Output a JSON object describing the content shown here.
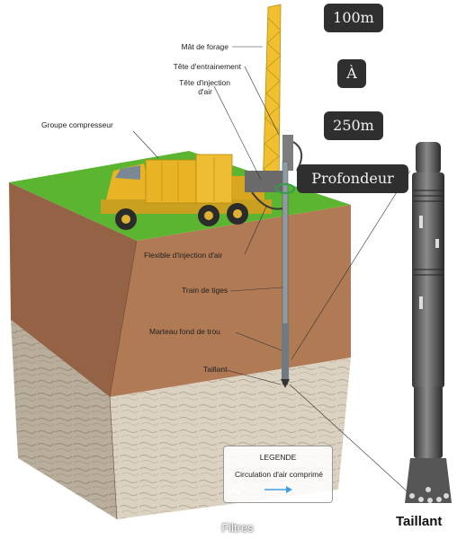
{
  "labels": {
    "mast": "Mât de forage",
    "drive_head": "Tête d'entrainement",
    "air_injection_head_1": "Tête d'injection",
    "air_injection_head_2": "d'air",
    "compressor": "Groupe compresseur",
    "air_hose": "Flexible d'injection d'air",
    "drill_string": "Train de tiges",
    "dth_hammer": "Marteau fond de trou",
    "bit": "Taillant"
  },
  "badges": {
    "depth_min": "100m",
    "to": "À",
    "depth_max": "250m",
    "depth": "Profondeur"
  },
  "legend": {
    "title": "LEGENDE",
    "item": "Circulation d'air comprimé"
  },
  "tool_title": "Taillant",
  "filters_label": "Filtres",
  "colors": {
    "grass": "#5bb530",
    "soil": "#b07a54",
    "rock": "#d9cfbf",
    "truck": "#e8b426",
    "mast": "#f0c030",
    "badge_bg": "#2f2f2f",
    "air_arrow": "#3ea0e0"
  }
}
